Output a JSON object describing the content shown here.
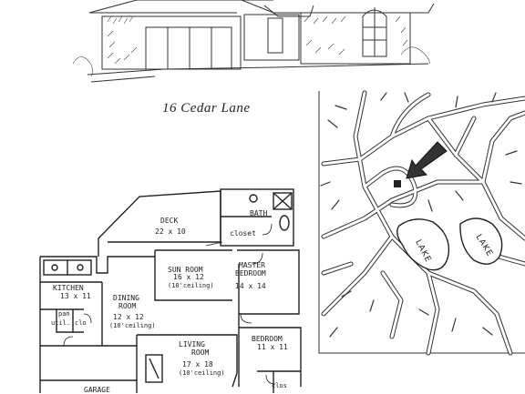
{
  "property": {
    "title": "16 Cedar Lane"
  },
  "floorplan": {
    "rooms": {
      "deck": {
        "name": "DECK",
        "size": "22 x 10"
      },
      "bath": {
        "name": "BATH"
      },
      "closet": {
        "name": "closet"
      },
      "sun_room": {
        "name": "SUN ROOM",
        "size": "16 x 12",
        "note": "(10'ceiling)"
      },
      "master_bedroom": {
        "name1": "MASTER",
        "name2": "BEDROOM",
        "size": "14 x 14"
      },
      "kitchen": {
        "name": "KITCHEN",
        "size": "13 x 11"
      },
      "pan": {
        "name": "pan"
      },
      "util": {
        "name": "util."
      },
      "clo_1": {
        "name": "clo"
      },
      "dining_room": {
        "name1": "DINING",
        "name2": "ROOM",
        "size": "12 x 12",
        "note": "(10'ceiling)"
      },
      "living_room": {
        "name1": "LIVING",
        "name2": "ROOM",
        "size": "17 x 18",
        "note": "(10'ceiling)"
      },
      "bedroom": {
        "name": "BEDROOM",
        "size": "11 x 11"
      },
      "clo_2": {
        "name": "clos"
      },
      "garage": {
        "name": "GARAGE"
      }
    }
  },
  "map": {
    "labels": {
      "lake_1": "LAKE",
      "lake_2": "LAKE"
    }
  }
}
